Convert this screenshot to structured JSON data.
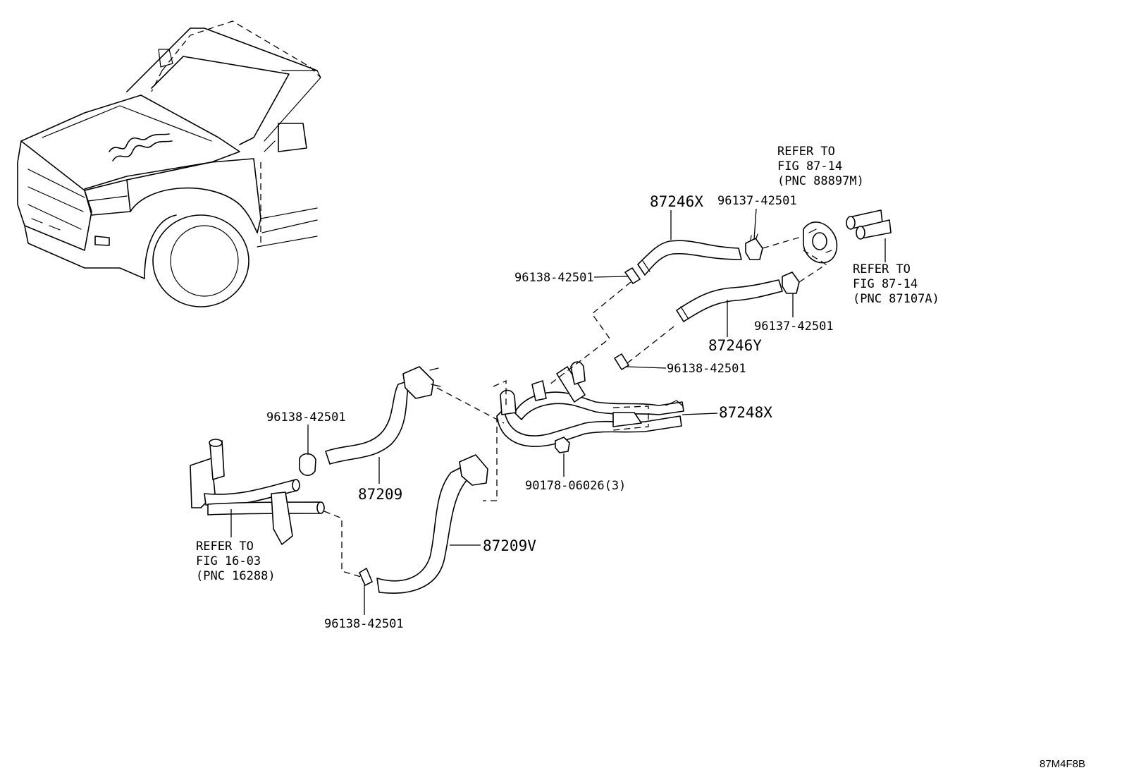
{
  "labels": {
    "refer_888": [
      "REFER TO",
      "FIG 87-14",
      "(PNC 88897M)"
    ],
    "refer_871": [
      "REFER TO",
      "FIG 87-14",
      "(PNC 87107A)"
    ],
    "refer_162": [
      "REFER TO",
      "FIG 16-03",
      "(PNC 16288)"
    ],
    "p87246x": "87246X",
    "p87246y": "87246Y",
    "p87248x": "87248X",
    "p87209": "87209",
    "p87209v": "87209V",
    "c96137_top": "96137-42501",
    "c96137_bot": "96137-42501",
    "c96138_a": "96138-42501",
    "c96138_b": "96138-42501",
    "c96138_c": "96138-42501",
    "c96138_d": "96138-42501",
    "p90178": "90178-06026(3)",
    "figure_id": "87M4F8B"
  }
}
